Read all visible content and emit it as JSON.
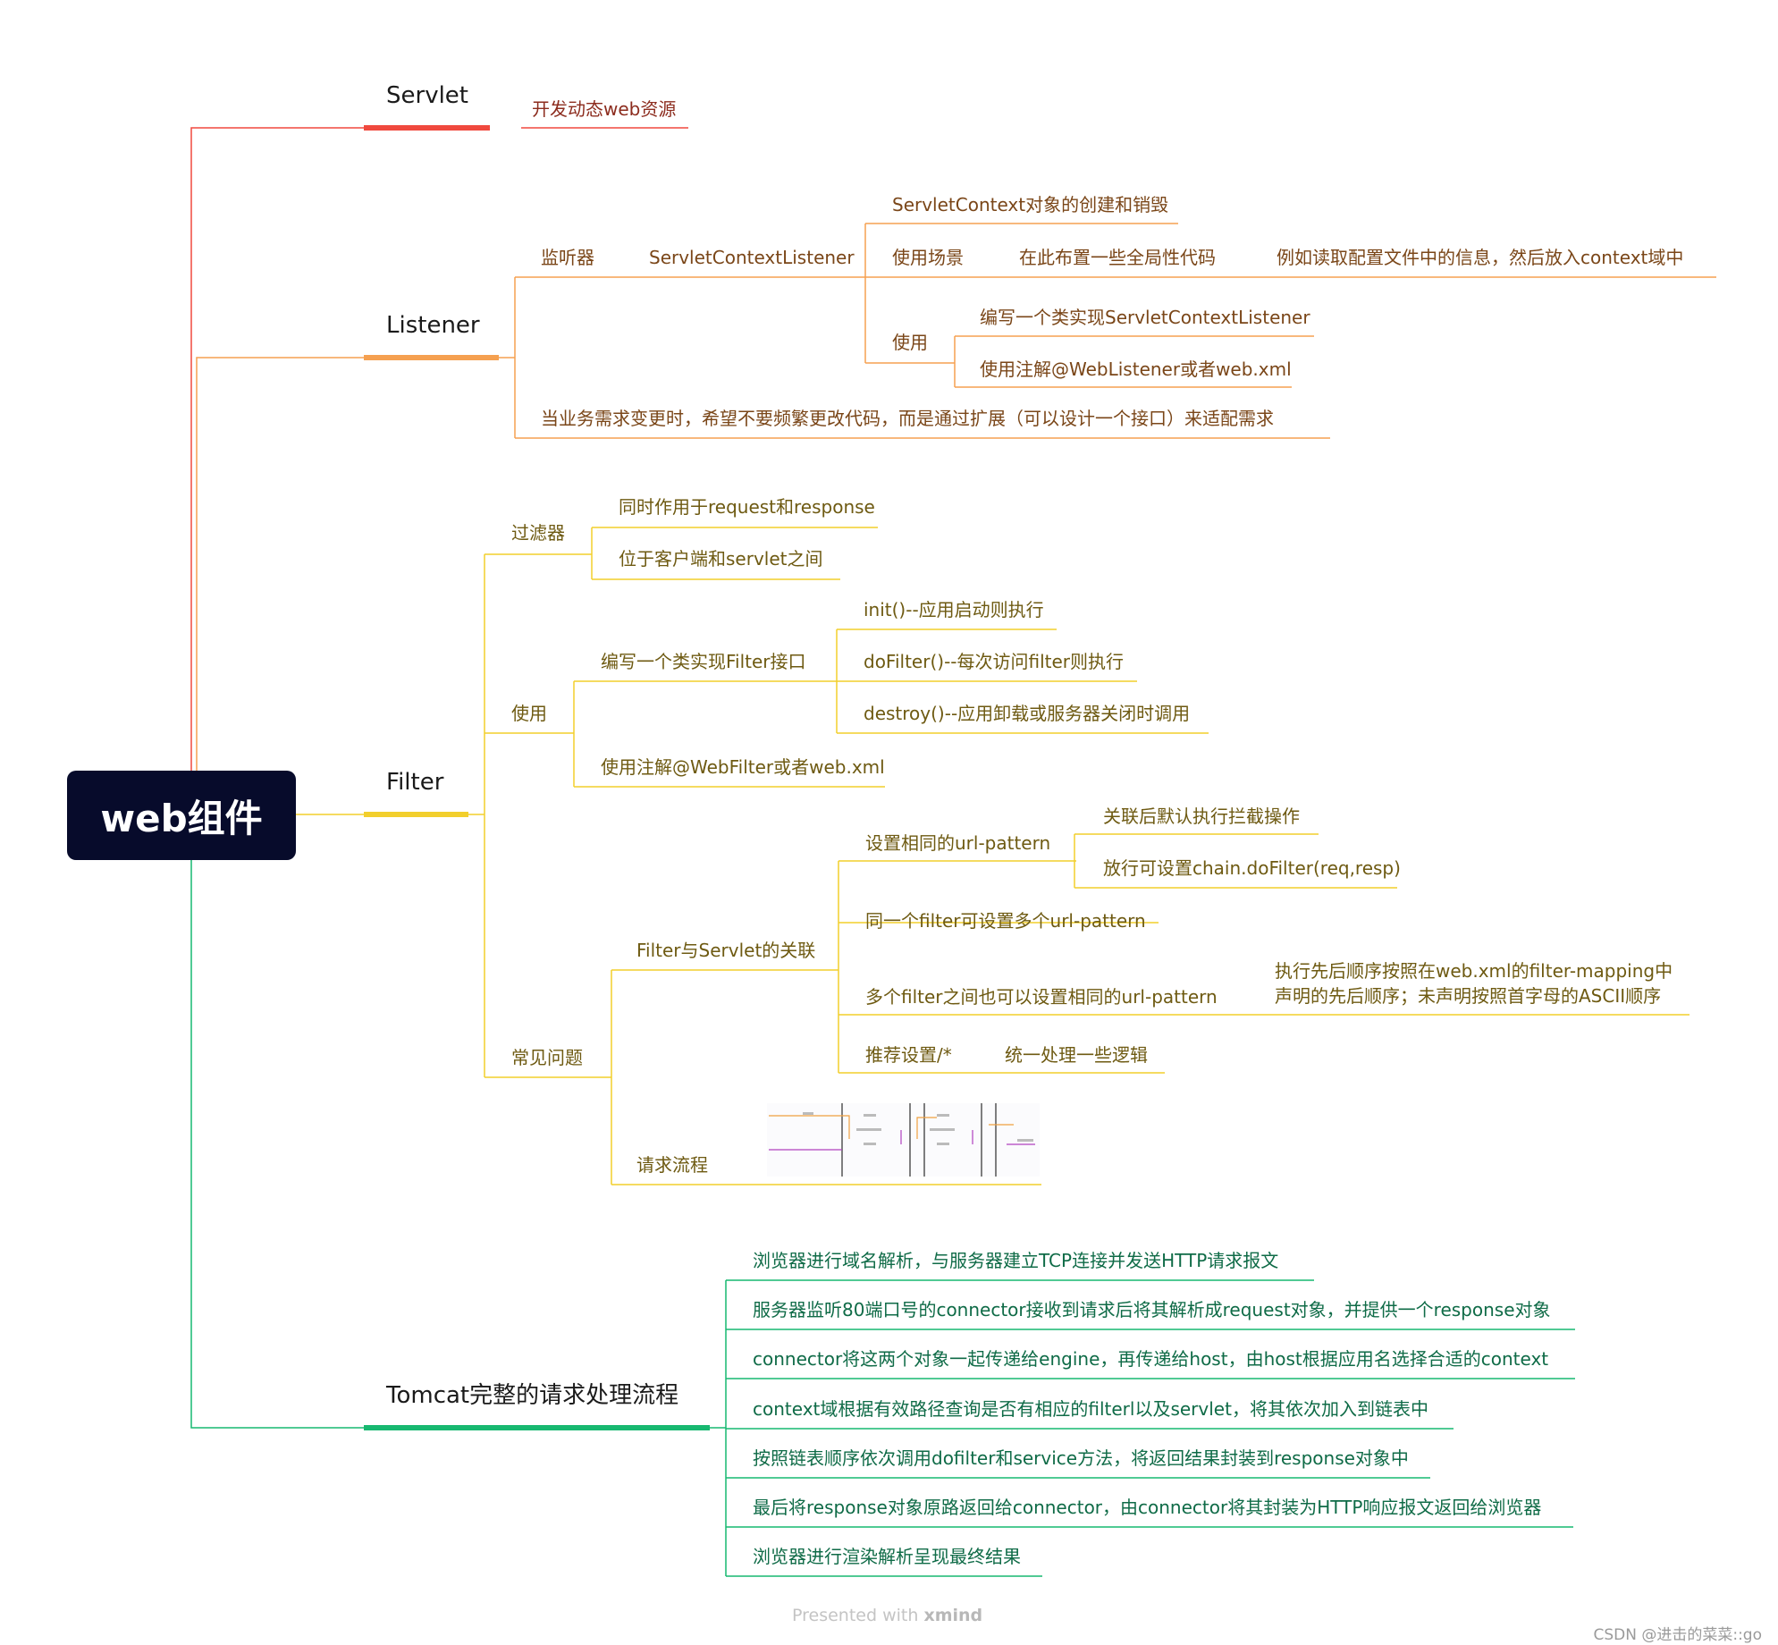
{
  "root": {
    "label": "web组件"
  },
  "colors": {
    "servlet": "#f0493e",
    "listener": "#f5a050",
    "filter": "#f2cf2c",
    "tomcat": "#17b870",
    "root_bg": "#070b2b"
  },
  "servlet": {
    "label": "Servlet",
    "desc": "开发动态web资源"
  },
  "listener": {
    "label": "Listener",
    "monitor": "监听器",
    "context_listener": "ServletContextListener",
    "lifecycle": "ServletContext对象的创建和销毁",
    "scenario": "使用场景",
    "scenario_detail": "在此布置一些全局性代码",
    "scenario_example": "例如读取配置文件中的信息，然后放入context域中",
    "usage": "使用",
    "usage_impl": "编写一个类实现ServletContextListener",
    "usage_annotation": "使用注解@WebListener或者web.xml",
    "note": "当业务需求变更时，希望不要频繁更改代码，而是通过扩展（可以设计一个接口）来适配需求"
  },
  "filter": {
    "label": "Filter",
    "filter_node": "过滤器",
    "filter_items": [
      "同时作用于request和response",
      "位于客户端和servlet之间"
    ],
    "usage": "使用",
    "usage_impl": "编写一个类实现Filter接口",
    "methods": [
      "init()--应用启动则执行",
      "doFilter()--每次访问filter则执行",
      "destroy()--应用卸载或服务器关闭时调用"
    ],
    "usage_annotation": "使用注解@WebFilter或者web.xml",
    "faq": "常见问题",
    "relation": "Filter与Servlet的关联",
    "same_pattern": "设置相同的url-pattern",
    "same_pattern_items": [
      "关联后默认执行拦截操作",
      "放行可设置chain.doFilter(req,resp)"
    ],
    "multi_pattern": "同一个filter可设置多个url-pattern",
    "multi_filter": "多个filter之间也可以设置相同的url-pattern",
    "multi_filter_order": [
      "执行先后顺序按照在web.xml的filter-mapping中",
      "声明的先后顺序；未声明按照首字母的ASCII顺序"
    ],
    "recommend": "推荐设置/*",
    "recommend_detail": "统一处理一些逻辑",
    "request_flow": "请求流程"
  },
  "tomcat": {
    "label": "Tomcat完整的请求处理流程",
    "steps": [
      "浏览器进行域名解析，与服务器建立TCP连接并发送HTTP请求报文",
      "服务器监听80端口号的connector接收到请求后将其解析成request对象，并提供一个response对象",
      "connector将这两个对象一起传递给engine，再传递给host，由host根据应用名选择合适的context",
      "context域根据有效路径查询是否有相应的filterl以及servlet，将其依次加入到链表中",
      "按照链表顺序依次调用dofilter和service方法，将返回结果封装到response对象中",
      "最后将response对象原路返回给connector，由connector将其封装为HTTP响应报文返回给浏览器",
      "浏览器进行渲染解析呈现最终结果"
    ]
  },
  "footer": {
    "prefix": "Presented with",
    "brand": "xmind"
  },
  "watermark": "CSDN @进击的菜菜::go"
}
